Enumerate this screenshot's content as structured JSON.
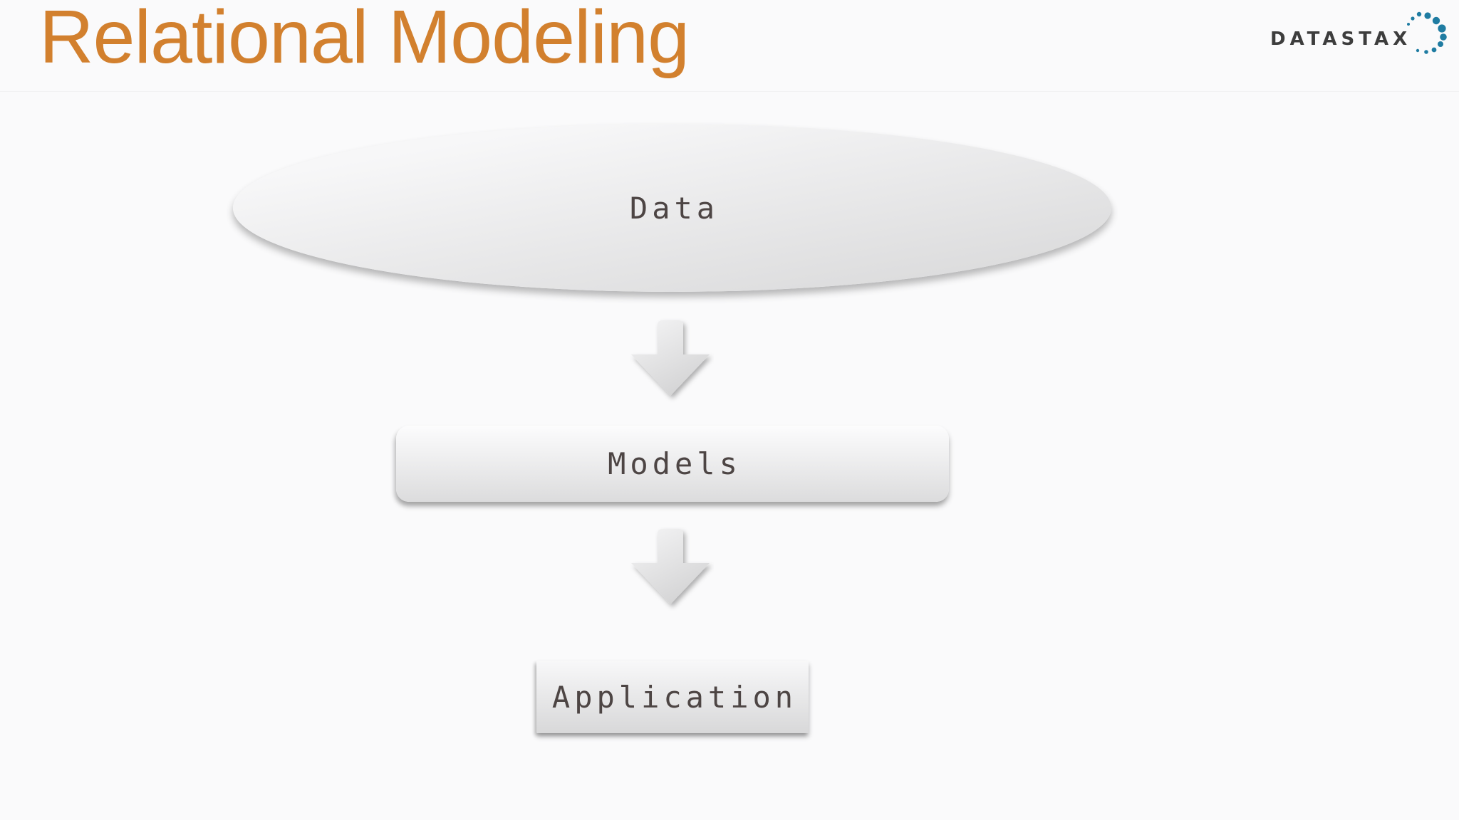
{
  "slide": {
    "title": "Relational Modeling"
  },
  "logo": {
    "wordmark": "DATASTAX",
    "dots_icon": "datastax-dots-icon"
  },
  "diagram": {
    "nodes": [
      {
        "id": "data",
        "label": "Data",
        "shape": "ellipse"
      },
      {
        "id": "models",
        "label": "Models",
        "shape": "rounded-rect"
      },
      {
        "id": "application",
        "label": "Application",
        "shape": "rect"
      }
    ],
    "arrows": [
      {
        "from": "data",
        "to": "models",
        "icon": "down-arrow-icon"
      },
      {
        "from": "models",
        "to": "application",
        "icon": "down-arrow-icon"
      }
    ]
  },
  "colors": {
    "accent": "#D2802E",
    "logo_text": "#3D3D3D",
    "logo_dot": "#1F7CA2",
    "node_text": "#4D4544",
    "background": "#FAFAFB"
  }
}
